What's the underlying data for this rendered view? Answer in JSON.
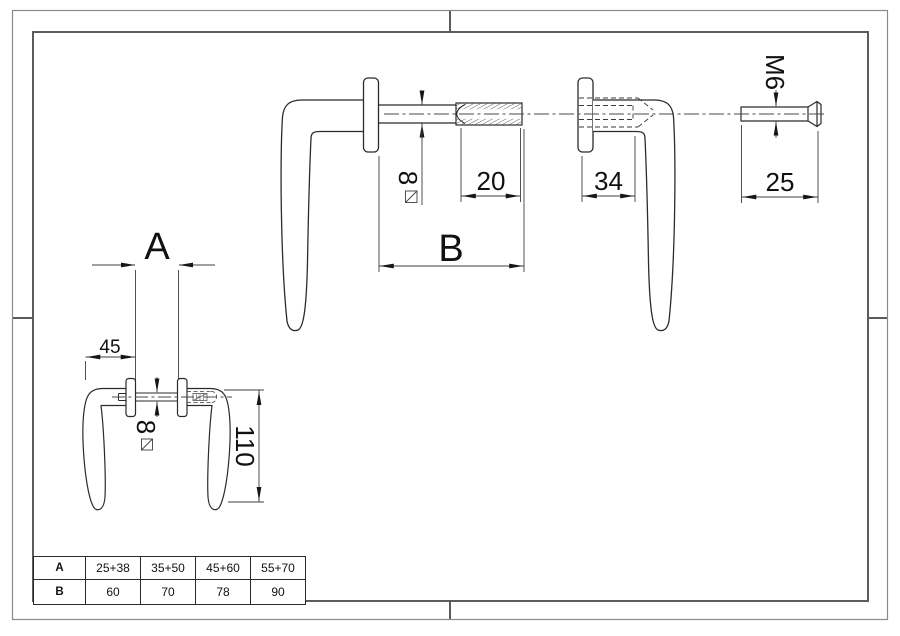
{
  "drawing": {
    "view_top": {
      "dim_square_8": "8",
      "dim_20": "20",
      "dim_34": "34",
      "dim_25": "25",
      "dim_m6": "M6",
      "dim_A": "A",
      "dim_B": "B"
    },
    "view_plan": {
      "dim_45": "45",
      "dim_square_8": "8",
      "dim_110": "110"
    },
    "size_table": {
      "rows": [
        {
          "label": "A",
          "values": [
            "25+38",
            "35+50",
            "45+60",
            "55+70"
          ]
        },
        {
          "label": "B",
          "values": [
            "60",
            "70",
            "78",
            "90"
          ]
        }
      ]
    },
    "colors": {
      "outline": "#2b2b2b",
      "dimension": "#3f3f3f",
      "frame": "#6e6e6e",
      "background": "#ffffff"
    }
  }
}
